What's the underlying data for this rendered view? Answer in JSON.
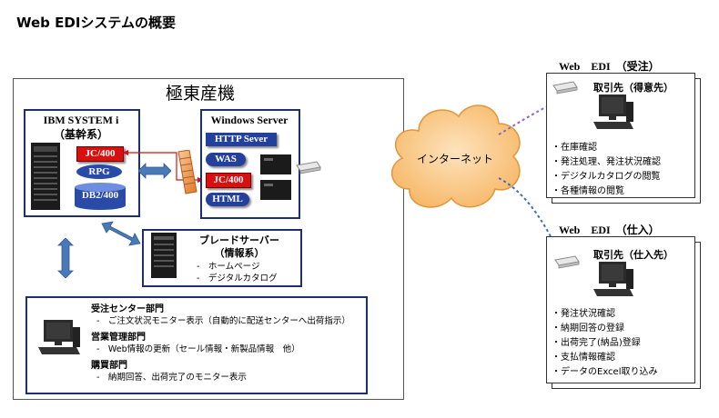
{
  "title": "Web EDIシステムの概要",
  "company": "極東産機",
  "ibm": {
    "title": "IBM SYSTEM i",
    "subtitle": "（基幹系）",
    "labels": [
      "JC/400",
      "RPG",
      "DB2/400"
    ]
  },
  "windows": {
    "title": "Windows Server",
    "labels": [
      "HTTP Sever",
      "WAS",
      "JC/400",
      "HTML"
    ]
  },
  "blade": {
    "title": "ブレードサーバー",
    "subtitle": "（情報系）",
    "items": [
      "-　ホームページ",
      "-　デジタルカタログ"
    ]
  },
  "departments": [
    {
      "name": "受注センター部門",
      "detail": "-　ご注文状況モニター表示（自動的に配送センターへ出荷指示）"
    },
    {
      "name": "営業管理部門",
      "detail": "-　Web情報の更新（セール情報・新製品情報　他）"
    },
    {
      "name": "購買部門",
      "detail": "-　納期回答、出荷完了のモニター表示"
    }
  ],
  "internet": "インターネット",
  "edi_order": {
    "heading": "Web　EDI　（受注）",
    "partner": "取引先（得意先）",
    "items": [
      "・在庫確認",
      "・発注処理、発注状況確認",
      "・デジタルカタログの閲覧",
      "・各種情報の閲覧"
    ]
  },
  "edi_purchase": {
    "heading": "Web　EDI　（仕入）",
    "partner": "取引先（仕入先）",
    "items": [
      "・発注状況確認",
      "・納期回答の登録",
      "・出荷完了(納品)登録",
      "・支払情報確認",
      "・データのExcel取り込み"
    ]
  },
  "colors": {
    "navy": "#1f2e6e",
    "red": "#d81010",
    "blue": "#23419c",
    "cloud": "#f7b868",
    "arrow": "#4a79b8"
  }
}
